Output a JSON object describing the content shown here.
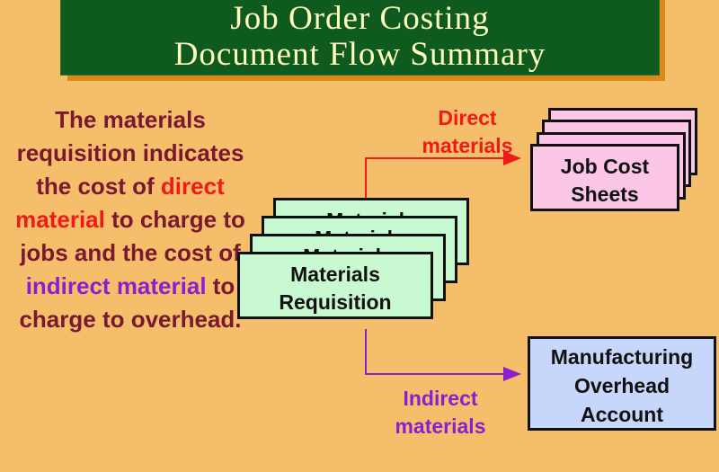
{
  "title": {
    "line1": "Job Order Costing",
    "line2": "Document Flow Summary"
  },
  "description": {
    "part1": "The materials requisition indicates the cost of ",
    "part2": "direct material",
    "part3": " to charge to jobs and the cost of ",
    "part4": "indirect material",
    "part5": " to charge to overhead."
  },
  "materials_requisition": {
    "back_label": "Materials",
    "label_line1": "Materials",
    "label_line2": "Requisition"
  },
  "job_cost_sheets": {
    "label_line1": "Job Cost",
    "label_line2": "Sheets"
  },
  "overhead": {
    "label_line1": "Manufacturing",
    "label_line2": "Overhead",
    "label_line3": "Account"
  },
  "arrows": {
    "direct_line1": "Direct",
    "direct_line2": "materials",
    "indirect_line1": "Indirect",
    "indirect_line2": "materials"
  },
  "colors": {
    "background": "#f5be6b",
    "title_bg": "#0f5a1e",
    "title_text": "#ffffbf",
    "direct": "#f01a1a",
    "indirect": "#8a1fd0",
    "body_text": "#7a1830"
  }
}
